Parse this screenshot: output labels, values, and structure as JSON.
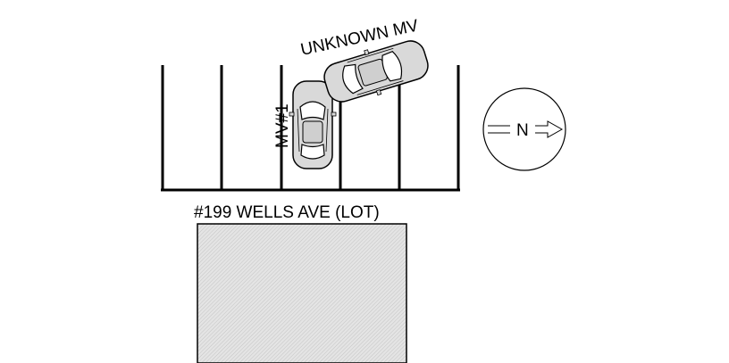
{
  "labels": {
    "unknown_vehicle": "UNKNOWN MV",
    "vehicle_one": "MV#1",
    "lot": "#199 WELLS AVE (LOT)",
    "north": "N"
  },
  "colors": {
    "line": "#000000",
    "car_body": "#d9d9d9",
    "car_glass": "#ffffff",
    "building_fill": "#e4e4e4",
    "building_hatch": "#c4c4c4"
  }
}
